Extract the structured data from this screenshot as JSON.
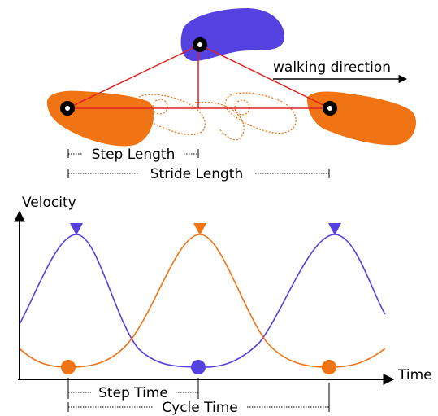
{
  "colors": {
    "orange": "#f07314",
    "blue": "#5540e0",
    "red": "#e02020",
    "black": "#000000"
  },
  "feet_panel": {
    "direction_label": "walking direction",
    "step_length_label": "Step Length",
    "stride_length_label": "Stride Length"
  },
  "velocity_panel": {
    "y_axis_label": "Velocity",
    "x_axis_label": "Time",
    "step_time_label": "Step Time",
    "cycle_time_label": "Cycle Time"
  }
}
